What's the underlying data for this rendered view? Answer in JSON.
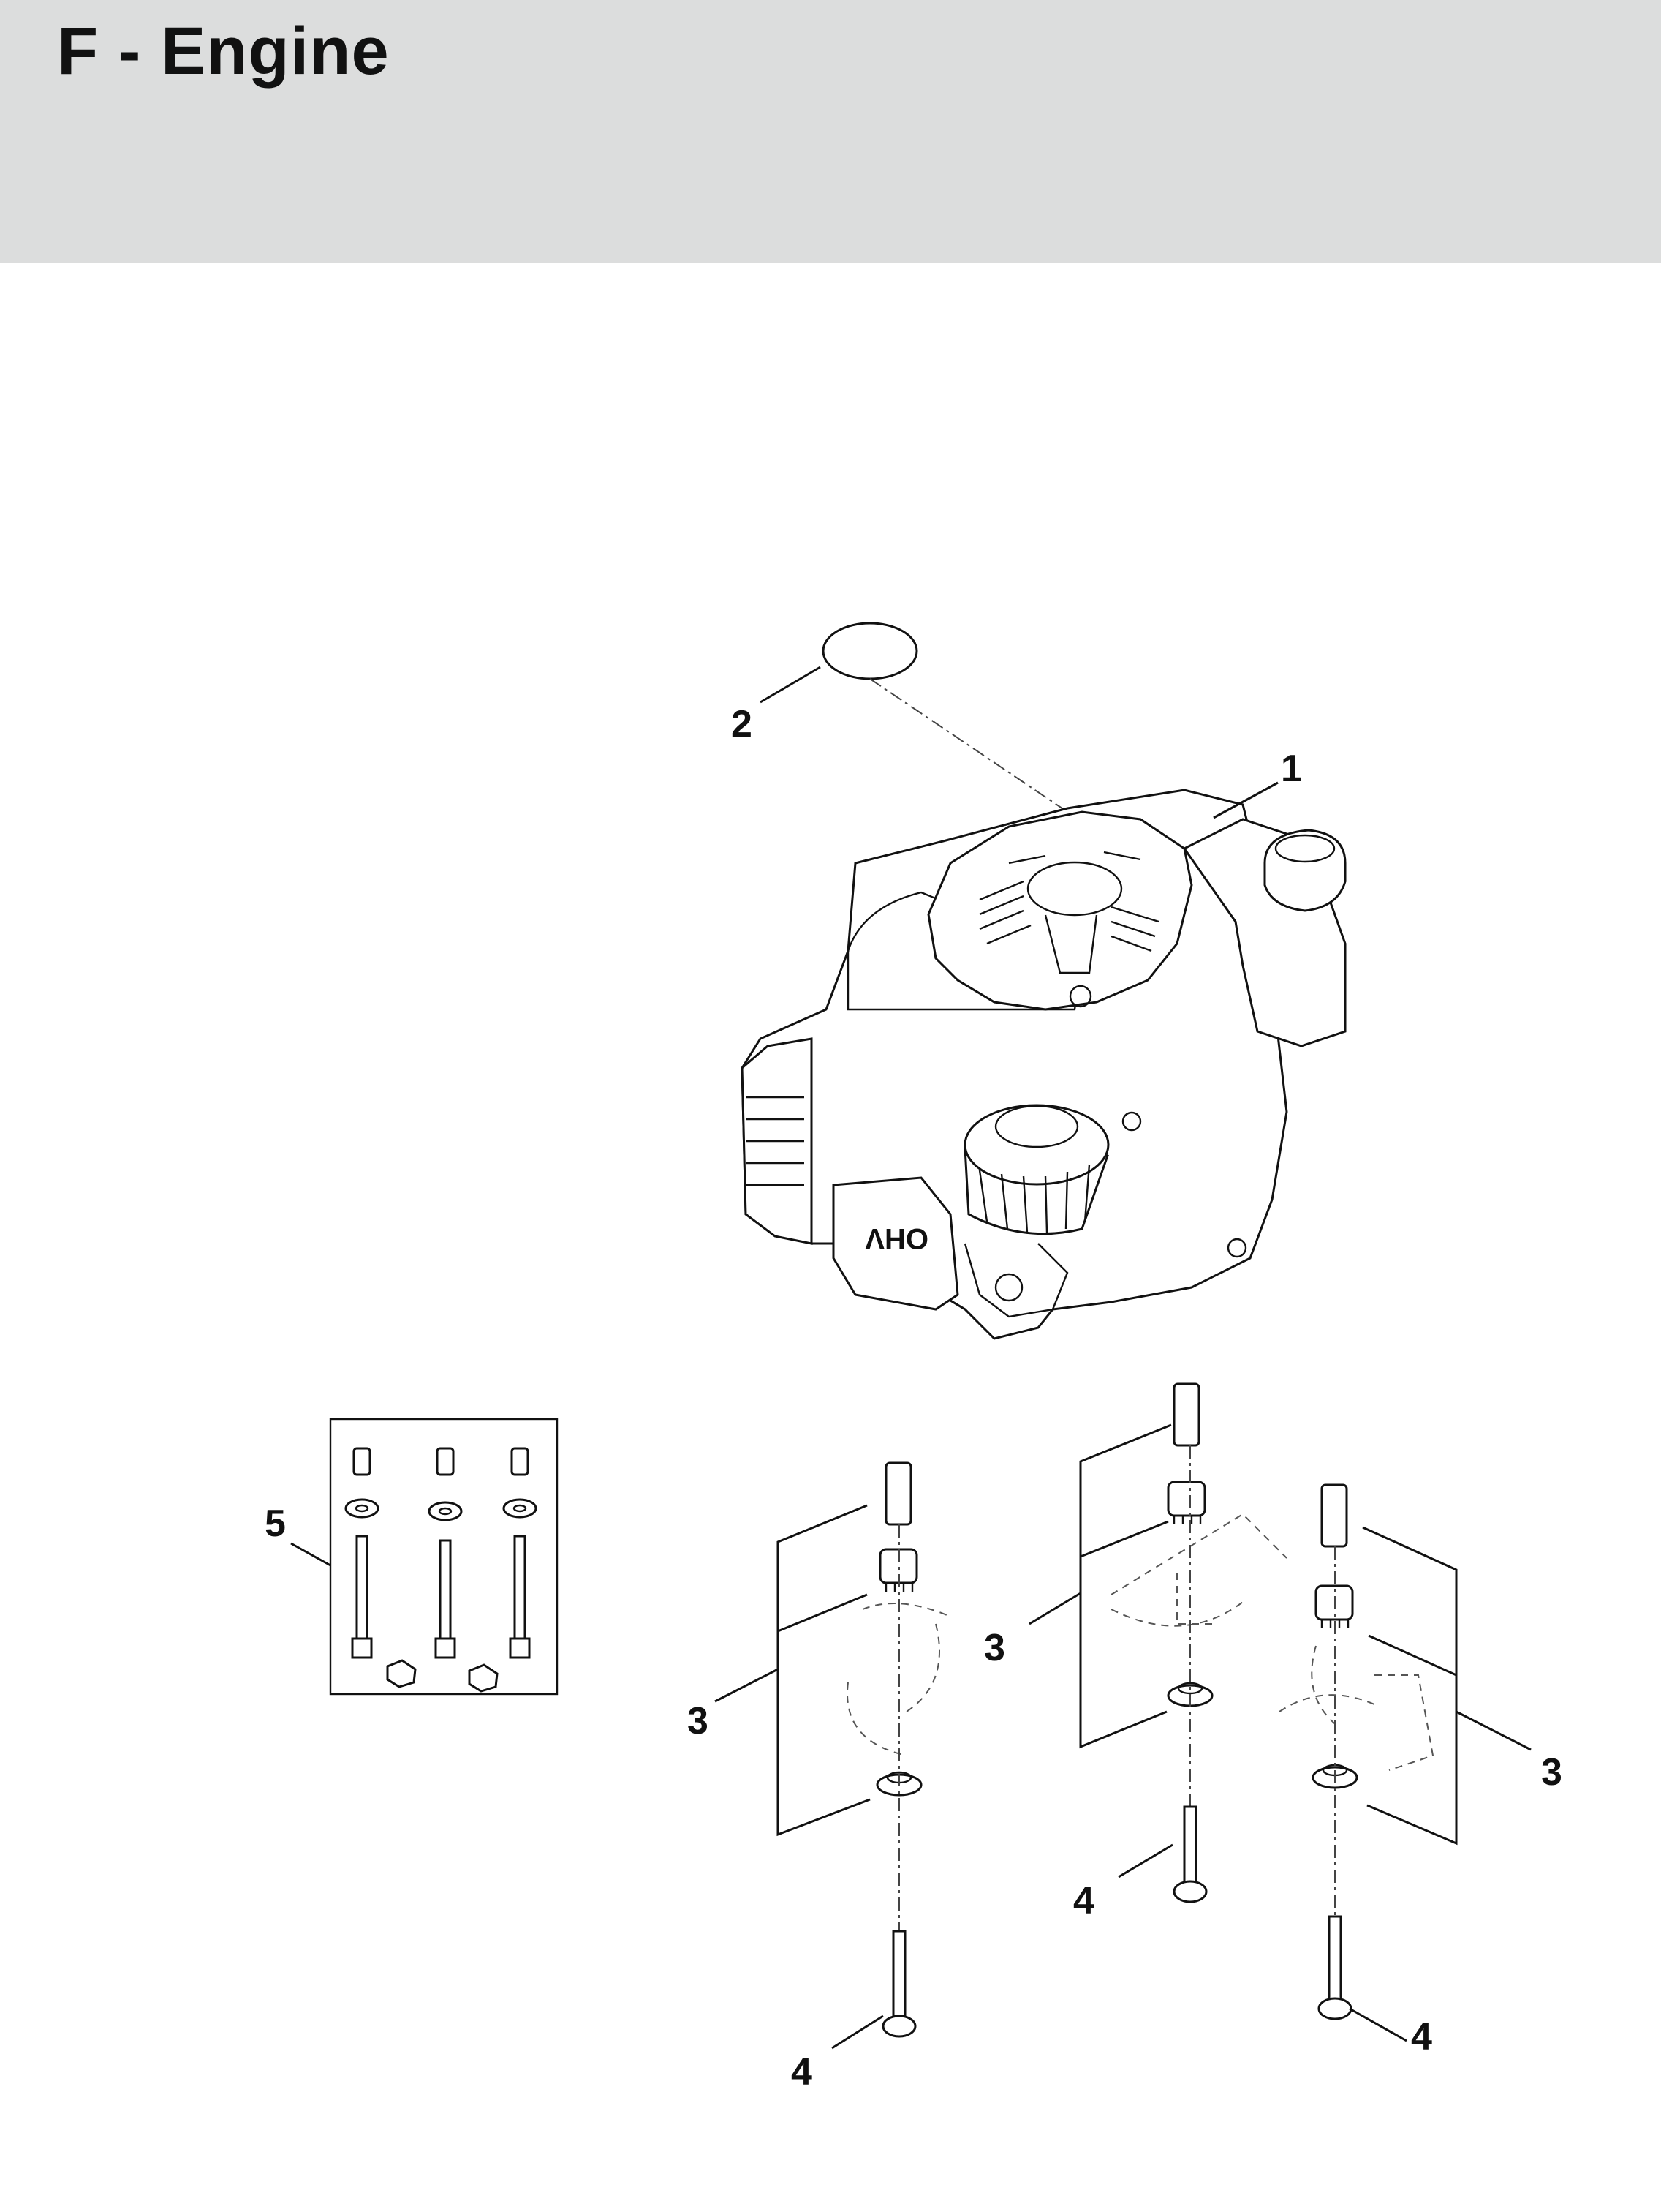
{
  "title": "F - Engine",
  "callouts": {
    "engine": "1",
    "cap": "2",
    "mount_left": "3",
    "mount_center": "3",
    "mount_right": "3",
    "bolt_left": "4",
    "bolt_center": "4",
    "bolt_right": "4",
    "kit": "5"
  },
  "engine_badge": "OHV",
  "colors": {
    "header_band": "#dcdddd",
    "line": "#111111"
  }
}
